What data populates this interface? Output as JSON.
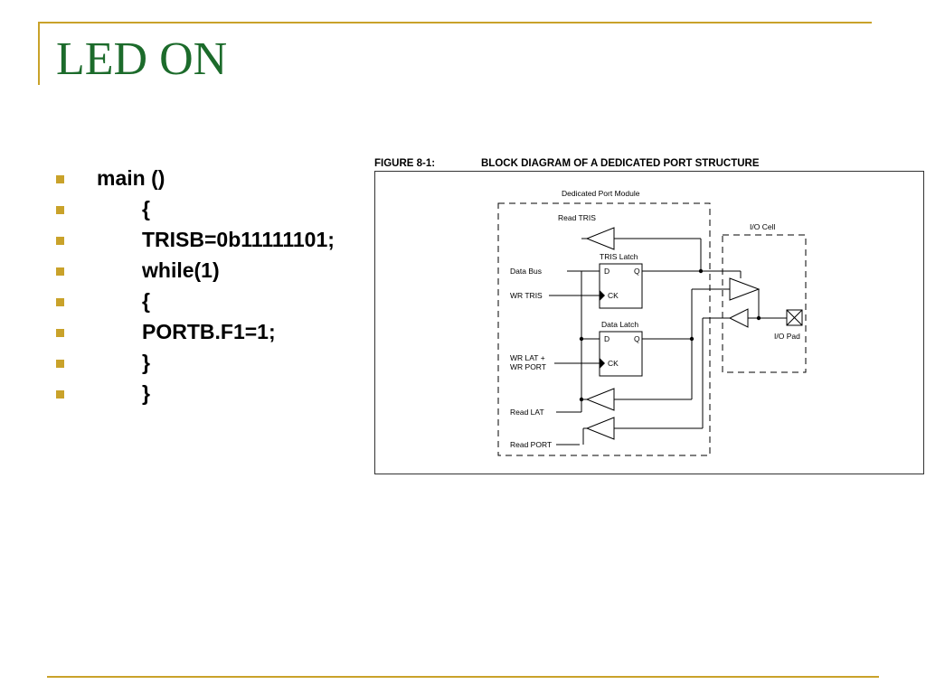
{
  "slide": {
    "title": "LED ON",
    "code_lines": [
      "main ()",
      "{",
      "TRISB=0b11111101;",
      "while(1)",
      "{",
      "PORTB.F1=1;",
      "}",
      "}"
    ]
  },
  "figure": {
    "number": "FIGURE 8-1:",
    "caption": "BLOCK DIAGRAM OF A DEDICATED PORT STRUCTURE",
    "labels": {
      "module": "Dedicated Port Module",
      "io_cell": "I/O Cell",
      "read_tris": "Read TRIS",
      "tris_latch": "TRIS Latch",
      "data_latch": "Data Latch",
      "data_bus": "Data Bus",
      "wr_tris": "WR TRIS",
      "wr_lat_1": "WR LAT +",
      "wr_lat_2": "WR PORT",
      "read_lat": "Read LAT",
      "read_port": "Read PORT",
      "io_pad": "I/O Pad",
      "d": "D",
      "q": "Q",
      "ck": "CK"
    }
  },
  "colors": {
    "title": "#1c6b2b",
    "accent_gold": "#c9a22a"
  }
}
